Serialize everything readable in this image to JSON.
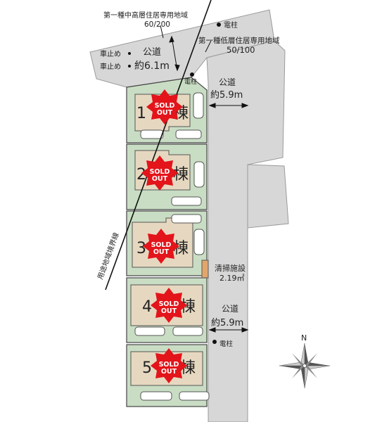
{
  "zones": {
    "upper": {
      "name": "第一種中高層住居専用地域",
      "ratio": "60/200"
    },
    "lower": {
      "name": "第一種低層住居専用地域",
      "ratio": "50/100"
    }
  },
  "north_road": {
    "title": "公道",
    "width": "約6.1m"
  },
  "east_road_upper": {
    "title": "公道",
    "width": "約5.9m"
  },
  "east_road_lower": {
    "title": "公道",
    "width": "約5.9m"
  },
  "bollards": [
    "車止め",
    "車止め"
  ],
  "poles": [
    "電柱",
    "電柱",
    "電柱"
  ],
  "zoning_line": "用途地域境界線",
  "facility": {
    "name": "清掃施設",
    "area": "2.19㎡"
  },
  "lots": [
    {
      "number": "1",
      "suffix": "棟",
      "status": "SOLD OUT"
    },
    {
      "number": "2",
      "suffix": "棟",
      "status": "SOLD OUT"
    },
    {
      "number": "3",
      "suffix": "棟",
      "status": "SOLD OUT"
    },
    {
      "number": "4",
      "suffix": "棟",
      "status": "SOLD OUT"
    },
    {
      "number": "5",
      "suffix": "棟",
      "status": "SOLD OUT"
    }
  ],
  "compass": {
    "north_label": "N"
  },
  "colors": {
    "road": "#d7d7d7",
    "lot": "#c9ddc4",
    "house": "#e6d8c0",
    "badge": "#e3141a",
    "facility": "#e2a66a"
  }
}
